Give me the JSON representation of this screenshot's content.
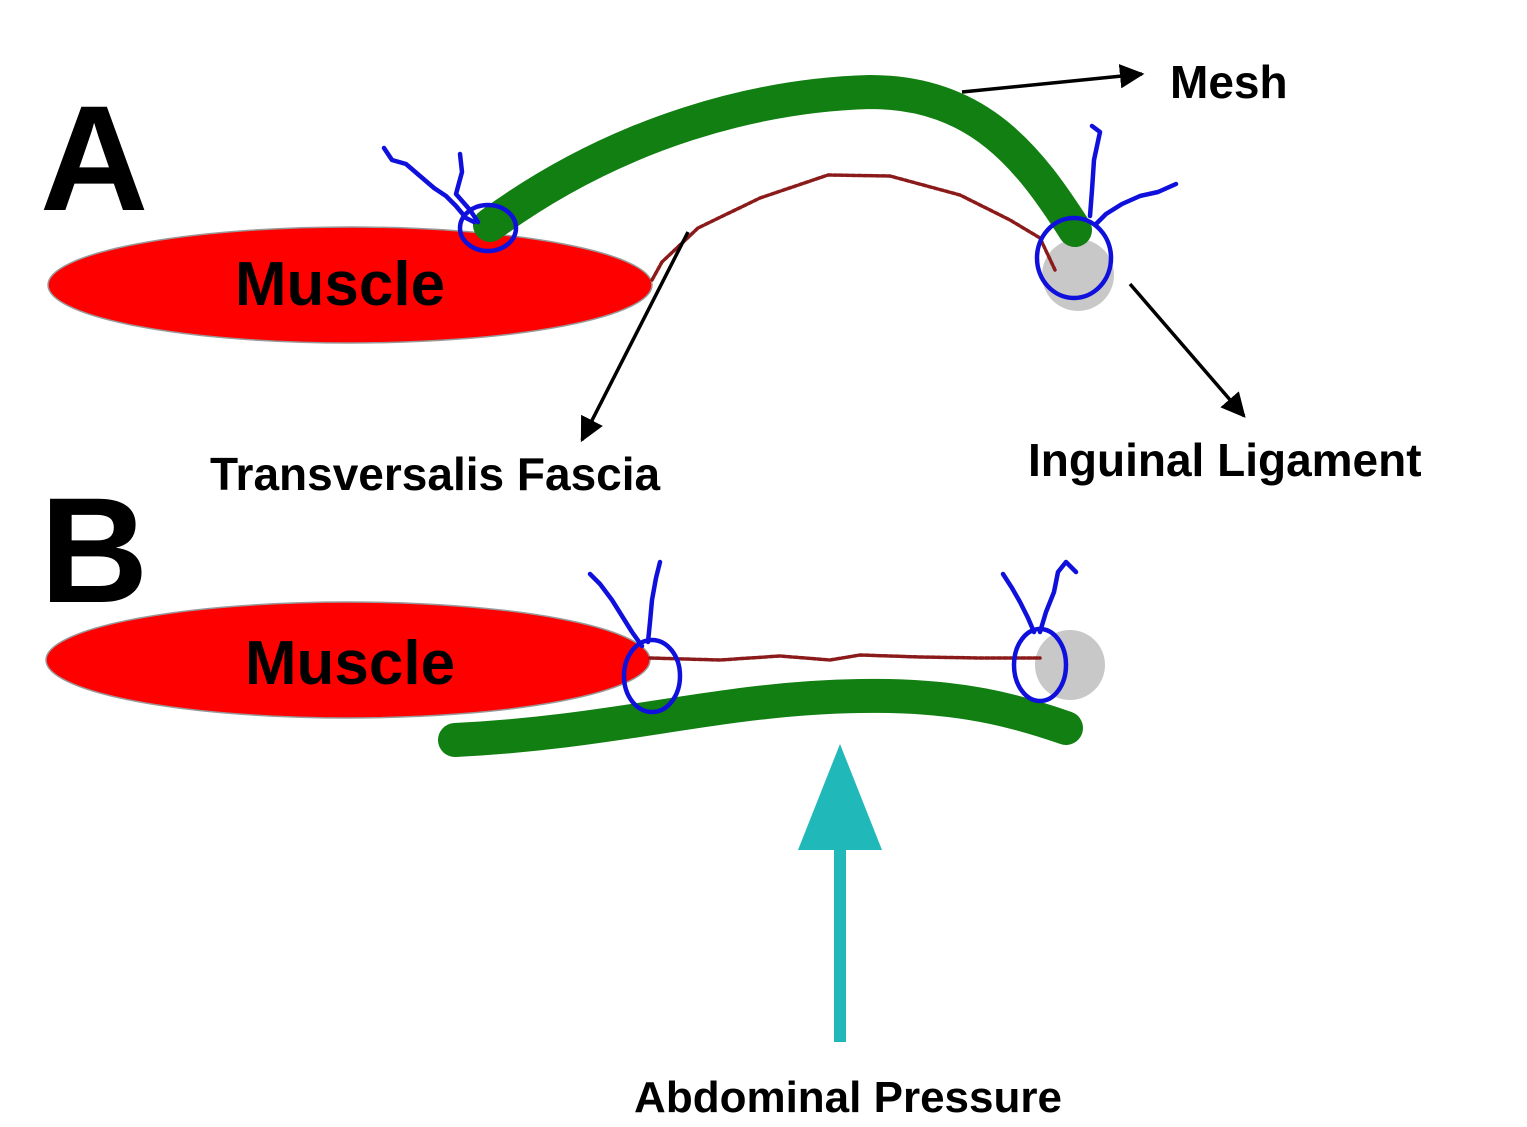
{
  "panels": {
    "a": {
      "label": "A",
      "muscle_label": "Muscle",
      "mesh_label": "Mesh",
      "fascia_label": "Transversalis Fascia",
      "ligament_label": "Inguinal Ligament"
    },
    "b": {
      "label": "B",
      "muscle_label": "Muscle",
      "pressure_label": "Abdominal Pressure"
    }
  },
  "colors": {
    "muscle": "#ff0000",
    "mesh": "#117f11",
    "fascia": "#8b1a1a",
    "suture": "#1010dd",
    "ligament": "#c8c8c8",
    "pressure_arrow": "#20b8b8",
    "text": "#000000"
  }
}
